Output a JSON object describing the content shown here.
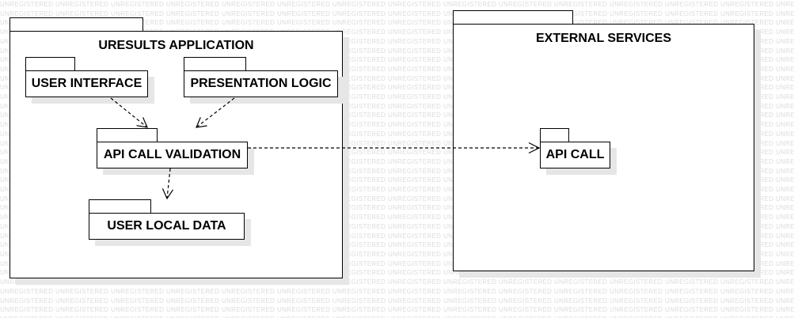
{
  "watermark": {
    "text": "UNREGISTERED"
  },
  "packages": {
    "uresults": {
      "title": "URESULTS APPLICATION"
    },
    "external": {
      "title": "EXTERNAL SERVICES"
    }
  },
  "nodes": {
    "user_interface": "USER INTERFACE",
    "presentation_logic": "PRESENTATION LOGIC",
    "api_call_validation": "API CALL VALIDATION",
    "user_local_data": "USER LOCAL DATA",
    "api_call": "API CALL"
  }
}
